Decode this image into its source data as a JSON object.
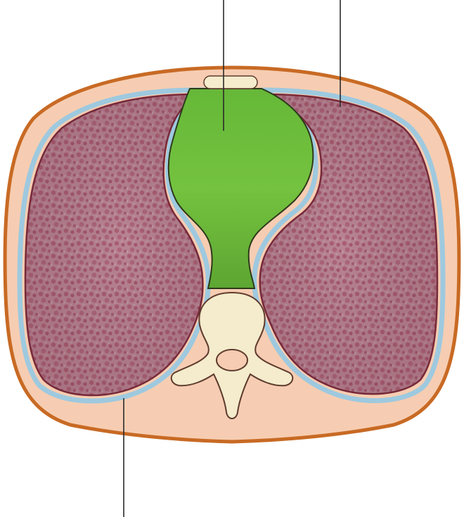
{
  "figure": {
    "background": "#ffffff",
    "colors": {
      "body_wall": "#f6cdb2",
      "body_outline": "#c86a24",
      "lung_base": "#b77a88",
      "lung_dots": "#a04a5e",
      "lung_outline": "#7a2a3a",
      "pleura": "#9ec9df",
      "mediastinum": "#72c03e",
      "mediastinum_dark": "#5aa02e",
      "bone": "#f4eccc",
      "bone_outline": "#5e3a2e",
      "sternum": "#f4eccc",
      "leader_lines": "#2a2a2a"
    },
    "parts": [
      "body-wall",
      "right-lung",
      "left-lung",
      "mediastinum",
      "sternum",
      "vertebra",
      "pleura"
    ],
    "leaders": [
      "mediastinum-leader",
      "pleura-leader-top",
      "pleura-leader-bottom"
    ]
  }
}
